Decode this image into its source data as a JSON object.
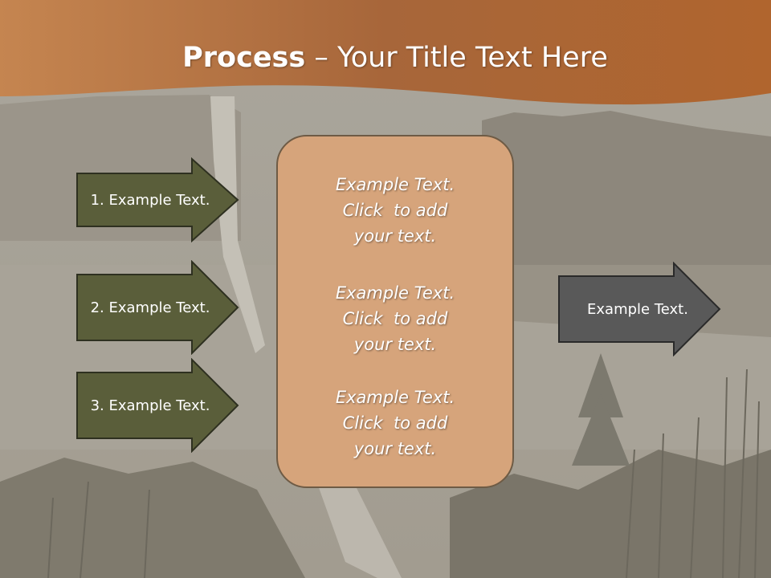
{
  "slide": {
    "title_bold": "Process",
    "title_rest": " – Your Title Text Here"
  },
  "steps": [
    {
      "label": "1. Example Text."
    },
    {
      "label": "2. Example Text."
    },
    {
      "label": "3. Example Text."
    }
  ],
  "center_box": {
    "blocks": [
      {
        "line1": "Example Text.",
        "line2": "Click  to add",
        "line3": "your text."
      },
      {
        "line1": "Example Text.",
        "line2": "Click  to add",
        "line3": "your text."
      },
      {
        "line1": "Example Text.",
        "line2": "Click  to add",
        "line3": "your text."
      }
    ]
  },
  "result": {
    "label": "Example Text."
  },
  "colors": {
    "header_band": "#b86e35",
    "step_arrow_fill": "#5a5e3a",
    "result_arrow_fill": "#595959",
    "center_box_fill": "#d6a47b"
  }
}
